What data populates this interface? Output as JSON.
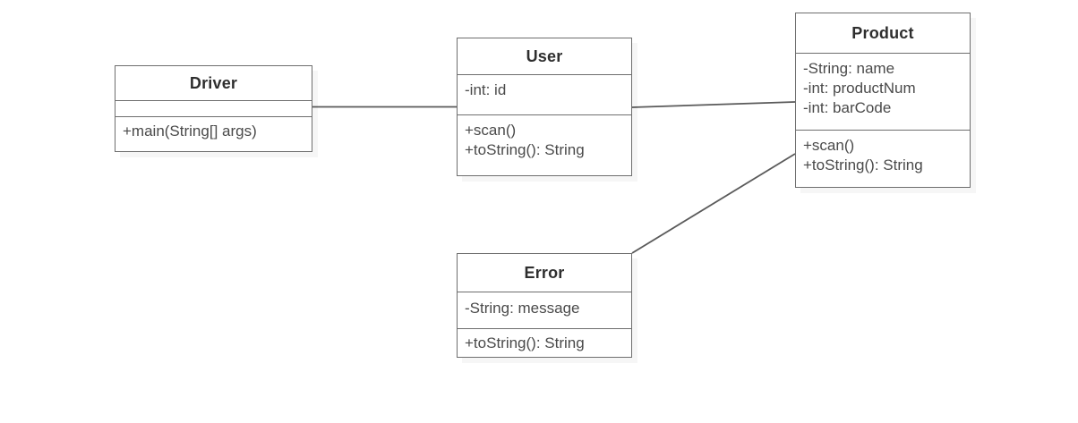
{
  "diagram": {
    "type": "uml-class-diagram",
    "background_color": "#ffffff",
    "border_color": "#6e6e6e",
    "text_color": "#4a4a4a",
    "title_color": "#2e2e2e",
    "classes": [
      {
        "id": "driver",
        "name": "Driver",
        "attributes": [],
        "methods": [
          "+main(String[] args)"
        ]
      },
      {
        "id": "user",
        "name": "User",
        "attributes": [
          "-int: id"
        ],
        "methods": [
          "+scan()",
          "+toString(): String"
        ]
      },
      {
        "id": "product",
        "name": "Product",
        "attributes": [
          "-String: name",
          "-int: productNum",
          "-int: barCode"
        ],
        "methods": [
          "+scan()",
          "+toString(): String"
        ]
      },
      {
        "id": "error",
        "name": "Error",
        "attributes": [
          "-String: message"
        ],
        "methods": [
          "+toString(): String"
        ]
      }
    ],
    "associations": [
      {
        "id": "driver-user",
        "from": "driver",
        "to": "user",
        "label": ""
      },
      {
        "id": "user-product",
        "from": "user",
        "to": "product",
        "label": ""
      },
      {
        "id": "error-product",
        "from": "error",
        "to": "product",
        "label": ""
      }
    ]
  }
}
